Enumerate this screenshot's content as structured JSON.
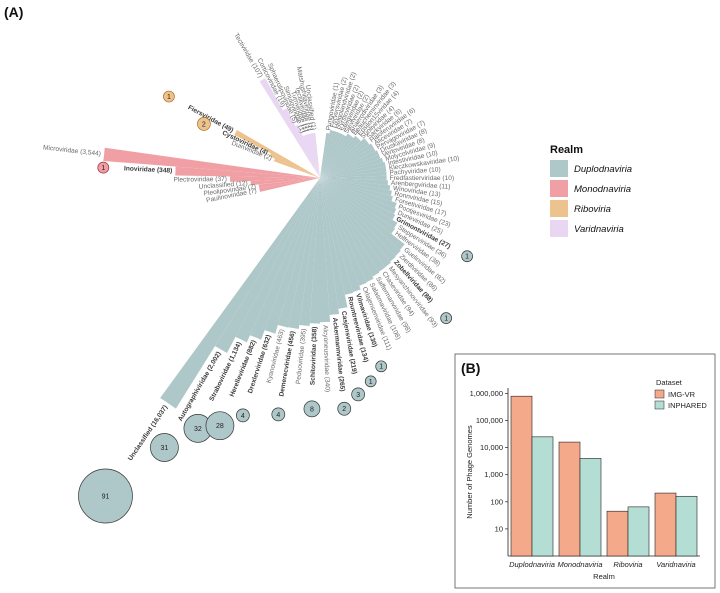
{
  "panelA": {
    "label": "(A)",
    "legend": {
      "title": "Realm",
      "items": [
        {
          "name": "Duplodnaviria",
          "color": "#aec7c9"
        },
        {
          "name": "Monodnaviria",
          "color": "#f0a0a4"
        },
        {
          "name": "Riboviria",
          "color": "#ecc28f"
        },
        {
          "name": "Varidnaviria",
          "color": "#e8d6f2"
        }
      ]
    }
  },
  "panelB": {
    "label": "(B)",
    "legend_title": "Dataset",
    "legend_items": [
      {
        "name": "IMG-VR",
        "color": "#f4a98a"
      },
      {
        "name": "INPHARED",
        "color": "#b4ddd4"
      }
    ]
  },
  "chart_data": [
    {
      "type": "bar",
      "subtype": "circular",
      "groups": [
        {
          "realm": "Duplodnaviria",
          "color": "#aec7c9",
          "families": [
            {
              "label": "Unclassified (16,037)",
              "value": 16037,
              "bold": true,
              "bubble": "91"
            },
            {
              "label": "Autographiviridae (2,002)",
              "value": 2002,
              "bold": true,
              "bubble": "31"
            },
            {
              "label": "Straboviridae (1,134)",
              "value": 1134,
              "bold": true,
              "bubble": "32"
            },
            {
              "label": "Herelleviridae (882)",
              "value": 882,
              "bold": true,
              "bubble": "28"
            },
            {
              "label": "Drexlerviridae (632)",
              "value": 632,
              "bold": true,
              "bubble": "4"
            },
            {
              "label": "Kyanoviridae (463)",
              "value": 463,
              "bold": false,
              "bubble": null
            },
            {
              "label": "Demerecviridae (456)",
              "value": 456,
              "bold": true,
              "bubble": "4"
            },
            {
              "label": "Peduoviridae (395)",
              "value": 395,
              "bold": false,
              "bubble": null
            },
            {
              "label": "Schitoviridae (358)",
              "value": 358,
              "bold": true,
              "bubble": "8"
            },
            {
              "label": "Alcyoneusviridae (340)",
              "value": 340,
              "bold": false,
              "bubble": null
            },
            {
              "label": "Ackermannviridae (265)",
              "value": 265,
              "bold": true,
              "bubble": "2"
            },
            {
              "label": "Casjensviridae (219)",
              "value": 219,
              "bold": true,
              "bubble": "3"
            },
            {
              "label": "Rountreeviridae (134)",
              "value": 134,
              "bold": true,
              "bubble": "1"
            },
            {
              "label": "Vilmaviridae (130)",
              "value": 130,
              "bold": true,
              "bubble": "1"
            },
            {
              "label": "Orlajensenviridae (111)",
              "value": 111,
              "bold": false,
              "bubble": null
            },
            {
              "label": "Salasmaviridae (108)",
              "value": 108,
              "bold": false,
              "bubble": null
            },
            {
              "label": "Saffermanviridae (98)",
              "value": 98,
              "bold": false,
              "bubble": null
            },
            {
              "label": "Chaseviridae (94)",
              "value": 94,
              "bold": false,
              "bubble": null
            },
            {
              "label": "Mesyanzhinovviridae (93)",
              "value": 93,
              "bold": false,
              "bubble": null
            },
            {
              "label": "Zobellviridae (88)",
              "value": 88,
              "bold": true,
              "bubble": "1"
            },
            {
              "label": "Zierdtviridae (86)",
              "value": 86,
              "bold": false,
              "bubble": null
            },
            {
              "label": "Guelinviridae (82)",
              "value": 82,
              "bold": false,
              "bubble": null
            },
            {
              "label": "Helfnerviridae (38)",
              "value": 38,
              "bold": false,
              "bubble": null
            },
            {
              "label": "Stepperviridae (36)",
              "value": 36,
              "bold": false,
              "bubble": null
            },
            {
              "label": "Grimontviridae (27)",
              "value": 27,
              "bold": true,
              "bubble": "1"
            },
            {
              "label": "Duneviridae (25)",
              "value": 25,
              "bold": false,
              "bubble": null
            },
            {
              "label": "Pootjesviridae (23)",
              "value": 23,
              "bold": false,
              "bubble": null
            },
            {
              "label": "Forsetiviridae (17)",
              "value": 17,
              "bold": false,
              "bubble": null
            },
            {
              "label": "Ronnviridae (15)",
              "value": 15,
              "bold": false,
              "bubble": null
            },
            {
              "label": "Winoviridae (13)",
              "value": 13,
              "bold": false,
              "bubble": null
            },
            {
              "label": "Arenbergviridae (11)",
              "value": 11,
              "bold": false,
              "bubble": null
            },
            {
              "label": "Fredfastierviridae (10)",
              "value": 10,
              "bold": false,
              "bubble": null
            },
            {
              "label": "Pachyviridae (10)",
              "value": 10,
              "bold": false,
              "bubble": null
            },
            {
              "label": "Kleczkowskaviridae (10)",
              "value": 10,
              "bold": false,
              "bubble": null
            },
            {
              "label": "Intestiviridae (10)",
              "value": 10,
              "bold": false,
              "bubble": null
            },
            {
              "label": "Molycolviridae (9)",
              "value": 9,
              "bold": false,
              "bubble": null
            },
            {
              "label": "Vertoviridae (8)",
              "value": 8,
              "bold": false,
              "bubble": null
            },
            {
              "label": "Druskaviridae (8)",
              "value": 8,
              "bold": false,
              "bubble": null
            },
            {
              "label": "Pervagoviridae (7)",
              "value": 7,
              "bold": false,
              "bubble": null
            },
            {
              "label": "Aliceviridae (7)",
              "value": 7,
              "bold": false,
              "bubble": null
            },
            {
              "label": "Haloferuviridae (6)",
              "value": 6,
              "bold": false,
              "bubble": null
            },
            {
              "label": "Sarkviridae (6)",
              "value": 6,
              "bold": false,
              "bubble": null
            },
            {
              "label": "Suoliviridae (4)",
              "value": 4,
              "bold": false,
              "bubble": null
            },
            {
              "label": "Epsilon15viridae (4)",
              "value": 4,
              "bold": false,
              "bubble": null
            },
            {
              "label": "Beaucheminviridae (3)",
              "value": 3,
              "bold": false,
              "bubble": null
            },
            {
              "label": "Anaerodiviridae (3)",
              "value": 3,
              "bold": false,
              "bubble": null
            },
            {
              "label": "Sieviviridae (2)",
              "value": 2,
              "bold": false,
              "bubble": null
            },
            {
              "label": "Steigviridae (2)",
              "value": 2,
              "bold": false,
              "bubble": null
            },
            {
              "label": "Pyrstoviridae (2)",
              "value": 2,
              "bold": false,
              "bubble": null
            },
            {
              "label": "Helgolandviridae (2)",
              "value": 2,
              "bold": false,
              "bubble": null
            },
            {
              "label": "Ferversviridae (2)",
              "value": 2,
              "bold": false,
              "bubble": null
            },
            {
              "label": "Pungoviridae (1)",
              "value": 1,
              "bold": false,
              "bubble": null
            }
          ]
        },
        {
          "realm": "Varidnaviria",
          "color": "#e8d6f2",
          "families": [
            {
              "label": "Unclassified (1)",
              "value": 1,
              "bold": false,
              "bubble": null
            },
            {
              "label": "Matshushitaviridae (1)",
              "value": 1,
              "bold": false,
              "bubble": null
            },
            {
              "label": "Tectiliviridae (1)",
              "value": 1,
              "bold": false,
              "bubble": null
            },
            {
              "label": "Turriviridae (1)",
              "value": 1,
              "bold": false,
              "bubble": null
            },
            {
              "label": "Simuloviridae (1)",
              "value": 1,
              "bold": false,
              "bubble": null
            },
            {
              "label": "Sphaerolipoviridae (5)",
              "value": 5,
              "bold": false,
              "bubble": null
            },
            {
              "label": "Corticoviridae (19)",
              "value": 19,
              "bold": false,
              "bubble": null
            },
            {
              "label": "Tectiviridae (107)",
              "value": 107,
              "bold": false,
              "bubble": null
            }
          ]
        },
        {
          "realm": "Riboviria",
          "color": "#ecc28f",
          "families": [
            {
              "label": "Fiersviridae (49)",
              "value": 49,
              "bold": true,
              "bubble": "1"
            },
            {
              "label": "Cystoviridae (4)",
              "value": 4,
              "bold": true,
              "bubble": "2"
            },
            {
              "label": "Duinviridae (2)",
              "value": 2,
              "bold": false,
              "bubble": null
            }
          ]
        },
        {
          "realm": "Monodnaviria",
          "color": "#f0a0a4",
          "families": [
            {
              "label": "Microviridae (3,544)",
              "value": 3544,
              "bold": false,
              "bubble": null
            },
            {
              "label": "Inoviridae (348)",
              "value": 348,
              "bold": true,
              "bubble": "1"
            },
            {
              "label": "Plectroviridae (37)",
              "value": 37,
              "bold": false,
              "bubble": null
            },
            {
              "label": "Unclassified (12)",
              "value": 12,
              "bold": false,
              "bubble": null
            },
            {
              "label": "Pleolipoviridae (7)",
              "value": 7,
              "bold": false,
              "bubble": null
            },
            {
              "label": "Paulinoviridae (7)",
              "value": 7,
              "bold": false,
              "bubble": null
            }
          ]
        }
      ]
    },
    {
      "type": "bar",
      "title": "",
      "xlabel": "Realm",
      "ylabel": "Number of Phage Genomes",
      "yscale": "log",
      "ylim": [
        1,
        1000000
      ],
      "yticks": [
        "10",
        "100",
        "1,000",
        "10,000",
        "100,000",
        "1,000,000"
      ],
      "categories": [
        "Duplodnaviria",
        "Monodnaviria",
        "Riboviria",
        "Varidnaviria"
      ],
      "series": [
        {
          "name": "IMG-VR",
          "values": [
            790000,
            16000,
            45,
            210
          ]
        },
        {
          "name": "INPHARED",
          "values": [
            25000,
            4000,
            65,
            160
          ]
        }
      ]
    }
  ]
}
